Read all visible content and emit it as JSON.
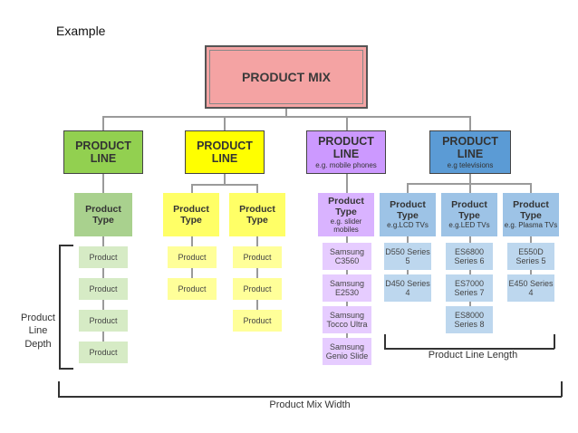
{
  "slide_title": "Example",
  "product_mix": "PRODUCT MIX",
  "product_lines": [
    {
      "label": "PRODUCT LINE",
      "sub": ""
    },
    {
      "label": "PRODUCT LINE",
      "sub": ""
    },
    {
      "label": "PRODUCT LINE",
      "sub": "e.g. mobile phones"
    },
    {
      "label": "PRODUCT LINE",
      "sub": "e.g televisions"
    }
  ],
  "product_types": [
    {
      "label": "Product Type",
      "sub": ""
    },
    {
      "label": "Product Type",
      "sub": ""
    },
    {
      "label": "Product Type",
      "sub": ""
    },
    {
      "label": "Product Type",
      "sub": "e.g. slider mobiles"
    },
    {
      "label": "Product Type",
      "sub": "e.g.LCD TVs"
    },
    {
      "label": "Product Type",
      "sub": "e.g.LED TVs"
    },
    {
      "label": "Product Type",
      "sub": "e.g. Plasma TVs"
    }
  ],
  "columns": [
    {
      "items": [
        "Product",
        "Product",
        "Product",
        "Product"
      ]
    },
    {
      "items": [
        "Product",
        "Product"
      ]
    },
    {
      "items": [
        "Product",
        "Product",
        "Product"
      ]
    },
    {
      "items": [
        "Samsung C3560",
        "Samsung E2530",
        "Samsung Tocco Ultra",
        "Samsung Genio Slide"
      ]
    },
    {
      "items": [
        "D550 Series 5",
        "D450 Series 4"
      ]
    },
    {
      "items": [
        "ES6800 Series 6",
        "ES7000 Series 7",
        "ES8000 Series 8"
      ]
    },
    {
      "items": [
        "E550D Series 5",
        "E450 Series 4"
      ]
    }
  ],
  "labels": {
    "depth": "Product Line Depth",
    "length": "Product Line Length",
    "width": "Product Mix Width"
  }
}
